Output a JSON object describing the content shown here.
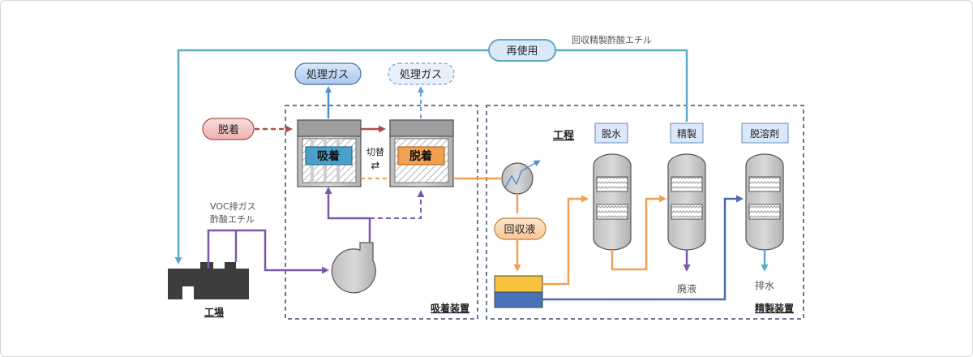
{
  "labels": {
    "processed_gas_1": "処理ガス",
    "processed_gas_2": "処理ガス",
    "desorption_input": "脱着",
    "adsorb_tank": "吸着",
    "desorb_tank": "脱着",
    "switch_label": "切替",
    "switch_symbol": "⇄",
    "reuse": "再使用",
    "recovered_product": "回収精製酢酸エチル",
    "voc_line1": "VOC排ガス",
    "voc_line2": "酢酸エチル",
    "factory": "工場",
    "adsorber_unit": "吸着装置",
    "process": "工程",
    "dehydration": "脱水",
    "refining": "精製",
    "solvent_removal": "脱溶剤",
    "recovered_liquid": "回収液",
    "waste_liquid": "廃液",
    "drain_water": "排水",
    "refining_unit": "精製装置"
  },
  "colors": {
    "blue_line": "#4a8fd4",
    "red_line": "#b04a4a",
    "purple_line": "#7a59a8",
    "orange_line": "#f0a050",
    "teal_line": "#5aaac8",
    "navy_line": "#3f5f8f",
    "dash_border": "#3a4a70"
  }
}
